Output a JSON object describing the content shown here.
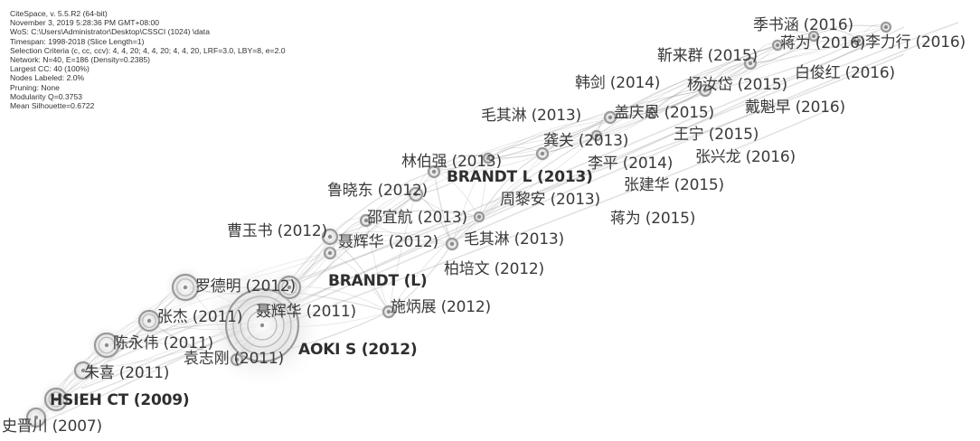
{
  "header": {
    "lines": [
      "CiteSpace, v. 5.5.R2 (64-bit)",
      "November 3, 2019 5:28:36 PM GMT+08:00",
      "WoS: C:\\Users\\Administrator\\Desktop\\CSSCI (1024) \\data",
      "Timespan: 1998-2018 (Slice Length=1)",
      "Selection Criteria (c, cc, ccv): 4, 4, 20; 4, 4, 20; 4, 4, 20, LRF=3.0, LBY=8, e=2.0",
      "Network: N=40, E=186 (Density=0.2385)",
      "Largest CC: 40 (100%)",
      "Nodes Labeled: 2.0%",
      "Pruning: None",
      "Modularity Q=0.3753",
      "Mean Silhouette=0.6722"
    ]
  },
  "nodes": [
    {
      "label": "史晋川 (2007)"
    },
    {
      "label": "HSIEH CT (2009)"
    },
    {
      "label": "朱喜 (2011)"
    },
    {
      "label": "陈永伟 (2011)"
    },
    {
      "label": "袁志刚 (2011)"
    },
    {
      "label": "张杰 (2011)"
    },
    {
      "label": "聂辉华 (2011)"
    },
    {
      "label": "罗德明 (2012)"
    },
    {
      "label": "AOKI S (2012)"
    },
    {
      "label": "BRANDT (L)"
    },
    {
      "label": "施炳展 (2012)"
    },
    {
      "label": "曹玉书 (2012)"
    },
    {
      "label": "聂辉华 (2012)"
    },
    {
      "label": "邵宜航 (2013)"
    },
    {
      "label": "毛其淋 (2013)"
    },
    {
      "label": "柏培文 (2012)"
    },
    {
      "label": "鲁晓东 (2012)"
    },
    {
      "label": "林伯强 (2013)"
    },
    {
      "label": "BRANDT L (2013)"
    },
    {
      "label": "周黎安 (2013)"
    },
    {
      "label": "蒋为 (2015)"
    },
    {
      "label": "李平 (2014)"
    },
    {
      "label": "张建华 (2015)"
    },
    {
      "label": "龚关 (2013)"
    },
    {
      "label": "毛其淋 (2013)"
    },
    {
      "label": "盖庆恩 (2015)"
    },
    {
      "label": "王宁 (2015)"
    },
    {
      "label": "张兴龙 (2016)"
    },
    {
      "label": "韩剑 (2014)"
    },
    {
      "label": "杨汝岱 (2015)"
    },
    {
      "label": "戴魁早 (2016)"
    },
    {
      "label": "靳来群 (2015)"
    },
    {
      "label": "白俊红 (2016)"
    },
    {
      "label": "季书涵 (2016)"
    },
    {
      "label": "蒋为 (2016)"
    },
    {
      "label": "李力行 (2016)"
    }
  ]
}
